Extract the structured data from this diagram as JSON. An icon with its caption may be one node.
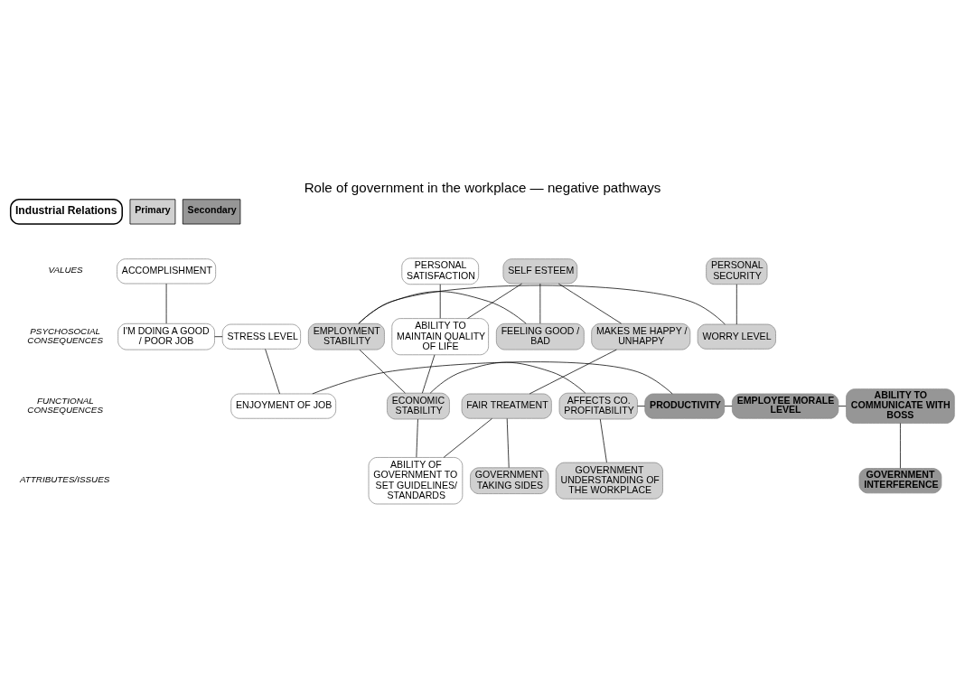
{
  "diagram": {
    "title": "Role of government in the workplace — negative pathways",
    "nodes": [
      {
        "text": [
          "ACCOMPLISHMENT"
        ]
      },
      {
        "text": [
          "PERSONAL SECURITY"
        ]
      },
      {
        "text": [
          "SELF ESTEEM"
        ]
      },
      {
        "text": [
          "PERSONAL SATISFACTION"
        ]
      },
      {
        "text": [
          "WORRY LEVEL"
        ]
      },
      {
        "text": [
          "FEELING GOOD / BAD"
        ]
      },
      {
        "text": [
          "I'M DOING A GOOD / POOR JOB"
        ]
      },
      {
        "text": [
          "ABILITY TO MAINTAIN QUALITY OF LIFE"
        ]
      },
      {
        "text": [
          "EMPLOYMENT STABILITY"
        ]
      },
      {
        "text": [
          "MAKES ME HAPPY / UNHAPPY"
        ]
      },
      {
        "text": [
          "STRESS LEVEL"
        ]
      },
      {
        "text": [
          "ECONOMIC STABILITY"
        ]
      },
      {
        "text": [
          "ENJOYMENT OF JOB"
        ]
      },
      {
        "text": [
          "AFFECTS CO. PROFITABILITY"
        ]
      },
      {
        "text": [
          "FAIR TREATMENT"
        ]
      },
      {
        "text": [
          "PRODUCTIVITY"
        ]
      },
      {
        "text": [
          "EMPLOYEE MORALE LEVEL"
        ]
      },
      {
        "text": [
          "ABILITY TO COMMUNICATE WITH BOSS"
        ]
      },
      {
        "text": [
          "GOVERNMENT INTERFERENCE"
        ]
      },
      {
        "text": [
          "GOVERNMENT UNDERSTANDING OF THE WORKPLACE"
        ]
      },
      {
        "text": [
          "ABILITY OF GOVERNMENT TO SET GUIDELINES/ STANDARDS"
        ]
      },
      {
        "text": [
          "GOVERNMENT TAKING SIDES"
        ]
      }
    ],
    "edges": [
      {
        "from": 0,
        "to": 6,
        "arrow": "none"
      },
      {
        "from": 6,
        "to": 10,
        "arrow": "none"
      },
      {
        "from": 10,
        "to": 12,
        "arrow": "none"
      },
      {
        "from": 12,
        "to": 15,
        "arrow": "none"
      },
      {
        "from": 13,
        "to": 15,
        "arrow": "none"
      },
      {
        "from": 15,
        "to": 16,
        "arrow": "none"
      },
      {
        "from": 16,
        "to": 17,
        "arrow": "none"
      },
      {
        "from": 17,
        "to": 18,
        "arrow": "none"
      },
      {
        "from": 1,
        "to": 4,
        "arrow": "none"
      },
      {
        "from": 4,
        "to": 8,
        "arrow": "none"
      },
      {
        "from": 5,
        "to": 8,
        "arrow": "none"
      },
      {
        "from": 2,
        "to": 5,
        "arrow": "none"
      },
      {
        "from": 2,
        "to": 7,
        "arrow": "none"
      },
      {
        "from": 3,
        "to": 7,
        "arrow": "none"
      },
      {
        "from": 2,
        "to": 9,
        "arrow": "none"
      },
      {
        "from": 7,
        "to": 11,
        "arrow": "none"
      },
      {
        "from": 8,
        "to": 11,
        "arrow": "none"
      },
      {
        "from": 11,
        "to": 13,
        "arrow": "none"
      },
      {
        "from": 11,
        "to": 20,
        "arrow": "none"
      },
      {
        "from": 13,
        "to": 19,
        "arrow": "none"
      },
      {
        "from": 9,
        "to": 14,
        "arrow": "none"
      },
      {
        "from": 14,
        "to": 21,
        "arrow": "none"
      },
      {
        "from": 14,
        "to": 20,
        "arrow": "none"
      }
    ],
    "labels": [
      "Industrial Relations",
      "VALUES",
      "PSYCHOSOCIAL CONSEQUENCES",
      "FUNCTIONAL CONSEQUENCES",
      "ATTRIBUTES/ISSUES"
    ],
    "legend": [
      {
        "text": "Primary",
        "color": "#d0d0d0"
      },
      {
        "text": "Secondary",
        "color": "#969696"
      }
    ]
  }
}
